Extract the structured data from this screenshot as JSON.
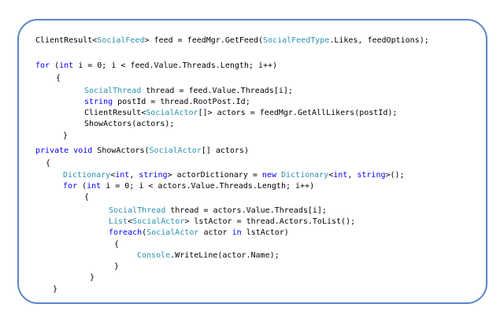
{
  "colors": {
    "keyword": "#0000ff",
    "type": "#2b91af",
    "plain": "#000000",
    "frame_border": "#5b86c8"
  },
  "code_lines": [
    {
      "tokens": [
        {
          "t": "ClientResult<",
          "c": "pl"
        },
        {
          "t": "SocialFeed",
          "c": "ty"
        },
        {
          "t": "> feed = feedMgr.GetFeed(",
          "c": "pl"
        },
        {
          "t": "SocialFeedType",
          "c": "ty"
        },
        {
          "t": ".Likes, feedOptions);",
          "c": "pl"
        }
      ]
    },
    {
      "tokens": [
        {
          "t": "for",
          "c": "kw"
        },
        {
          "t": " (",
          "c": "pl"
        },
        {
          "t": "int",
          "c": "kw"
        },
        {
          "t": " i = 0; i < feed.Value.Threads.Length; i++)",
          "c": "pl"
        }
      ]
    },
    {
      "tokens": [
        {
          "t": "{",
          "c": "pl"
        }
      ]
    },
    {
      "tokens": [
        {
          "t": "SocialThread",
          "c": "ty"
        },
        {
          "t": " thread = feed.Value.Threads[i];",
          "c": "pl"
        }
      ]
    },
    {
      "tokens": [
        {
          "t": "string",
          "c": "kw"
        },
        {
          "t": " postId = thread.RootPost.Id;",
          "c": "pl"
        }
      ]
    },
    {
      "tokens": [
        {
          "t": "ClientResult<",
          "c": "pl"
        },
        {
          "t": "SocialActor",
          "c": "ty"
        },
        {
          "t": "[]> actors = feedMgr.GetAllLikers(postId);",
          "c": "pl"
        }
      ]
    },
    {
      "tokens": [
        {
          "t": "ShowActors(actors);",
          "c": "pl"
        }
      ]
    },
    {
      "tokens": [
        {
          "t": "}",
          "c": "pl"
        }
      ]
    },
    {
      "tokens": [
        {
          "t": "private",
          "c": "kw"
        },
        {
          "t": " ",
          "c": "pl"
        },
        {
          "t": "void",
          "c": "kw"
        },
        {
          "t": " ShowActors(",
          "c": "pl"
        },
        {
          "t": "SocialActor",
          "c": "ty"
        },
        {
          "t": "[] actors)",
          "c": "pl"
        }
      ]
    },
    {
      "tokens": [
        {
          "t": "{",
          "c": "pl"
        }
      ]
    },
    {
      "tokens": [
        {
          "t": "Dictionary",
          "c": "ty"
        },
        {
          "t": "<",
          "c": "pl"
        },
        {
          "t": "int",
          "c": "kw"
        },
        {
          "t": ", ",
          "c": "pl"
        },
        {
          "t": "string",
          "c": "kw"
        },
        {
          "t": "> actorDictionary = ",
          "c": "pl"
        },
        {
          "t": "new",
          "c": "kw"
        },
        {
          "t": " ",
          "c": "pl"
        },
        {
          "t": "Dictionary",
          "c": "ty"
        },
        {
          "t": "<",
          "c": "pl"
        },
        {
          "t": "int",
          "c": "kw"
        },
        {
          "t": ", ",
          "c": "pl"
        },
        {
          "t": "string",
          "c": "kw"
        },
        {
          "t": ">();",
          "c": "pl"
        }
      ]
    },
    {
      "tokens": [
        {
          "t": "for",
          "c": "kw"
        },
        {
          "t": " (",
          "c": "pl"
        },
        {
          "t": "int",
          "c": "kw"
        },
        {
          "t": " i = 0; i < actors.Value.Threads.Length; i++)",
          "c": "pl"
        }
      ]
    },
    {
      "tokens": [
        {
          "t": "{",
          "c": "pl"
        }
      ]
    },
    {
      "tokens": [
        {
          "t": "SocialThread",
          "c": "ty"
        },
        {
          "t": " thread = actors.Value.Threads[i];",
          "c": "pl"
        }
      ]
    },
    {
      "tokens": [
        {
          "t": "List",
          "c": "ty"
        },
        {
          "t": "<",
          "c": "pl"
        },
        {
          "t": "SocialActor",
          "c": "ty"
        },
        {
          "t": "> lstActor = thread.Actors.ToList();",
          "c": "pl"
        }
      ]
    },
    {
      "tokens": [
        {
          "t": "foreach",
          "c": "kw"
        },
        {
          "t": "(",
          "c": "pl"
        },
        {
          "t": "SocialActor",
          "c": "ty"
        },
        {
          "t": " actor ",
          "c": "pl"
        },
        {
          "t": "in",
          "c": "kw"
        },
        {
          "t": " lstActor)",
          "c": "pl"
        }
      ]
    },
    {
      "tokens": [
        {
          "t": "{",
          "c": "pl"
        }
      ]
    },
    {
      "tokens": [
        {
          "t": "Console",
          "c": "ty"
        },
        {
          "t": ".WriteLine(actor.Name);",
          "c": "pl"
        }
      ]
    },
    {
      "tokens": [
        {
          "t": "}",
          "c": "pl"
        }
      ]
    },
    {
      "tokens": [
        {
          "t": "}",
          "c": "pl"
        }
      ]
    },
    {
      "tokens": [
        {
          "t": "}",
          "c": "pl"
        }
      ]
    }
  ]
}
